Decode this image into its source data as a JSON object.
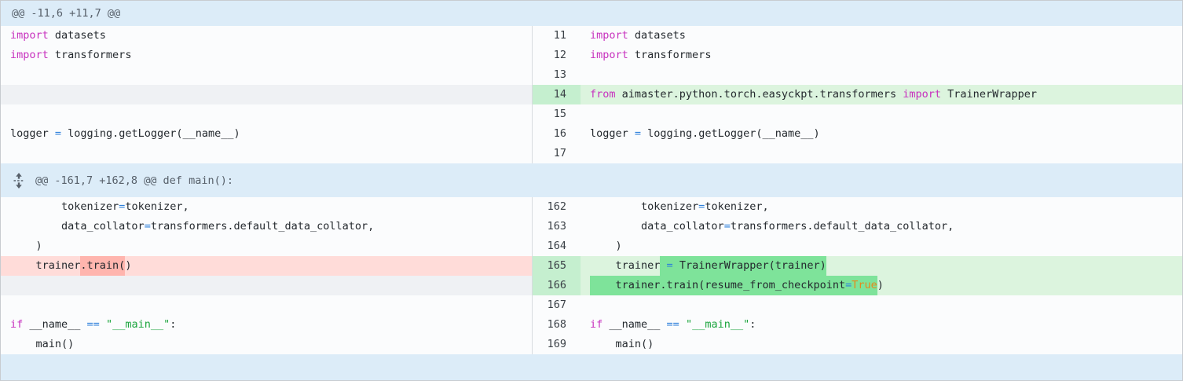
{
  "colors": {
    "border": "#c8ccd0",
    "divider": "#d8dce0",
    "header_bg": "#dcecf8",
    "header_text": "#57606a",
    "code_bg": "#fbfcfd",
    "placeholder_bg": "#eff1f4",
    "added_row": "#dcf4de",
    "added_gutter": "#c5efcf",
    "added_word": "#7ee39a",
    "removed_row": "#ffdcd9",
    "removed_word": "#ffb5ae",
    "text": "#24292e",
    "linenum": "#3a4046",
    "kw": "#c731be",
    "op": "#2d7fdb",
    "str": "#1ca53e",
    "bool": "#e58a1d"
  },
  "icons": {
    "expand_hunk": "unfold-vertical-icon"
  },
  "diff": {
    "hunks": [
      {
        "header": "@@ -11,6 +11,7 @@",
        "expandable": false,
        "rows": [
          {
            "left": {
              "kind": "context",
              "segments": [
                [
                  "k",
                  "import"
                ],
                [
                  "p",
                  " datasets"
                ]
              ]
            },
            "right": {
              "num": "11",
              "kind": "context",
              "segments": [
                [
                  "k",
                  "import"
                ],
                [
                  "p",
                  " datasets"
                ]
              ]
            }
          },
          {
            "left": {
              "kind": "context",
              "segments": [
                [
                  "k",
                  "import"
                ],
                [
                  "p",
                  " transformers"
                ]
              ]
            },
            "right": {
              "num": "12",
              "kind": "context",
              "segments": [
                [
                  "k",
                  "import"
                ],
                [
                  "p",
                  " transformers"
                ]
              ]
            }
          },
          {
            "left": {
              "kind": "context",
              "segments": []
            },
            "right": {
              "num": "13",
              "kind": "context",
              "segments": []
            }
          },
          {
            "left": {
              "kind": "placeholder",
              "segments": []
            },
            "right": {
              "num": "14",
              "kind": "added",
              "segments": [
                [
                  "k",
                  "from"
                ],
                [
                  "p",
                  " aimaster.python.torch.easyckpt.transformers "
                ],
                [
                  "k",
                  "import"
                ],
                [
                  "p",
                  " TrainerWrapper"
                ]
              ]
            }
          },
          {
            "left": {
              "kind": "context",
              "segments": []
            },
            "right": {
              "num": "15",
              "kind": "context",
              "segments": []
            }
          },
          {
            "left": {
              "kind": "context",
              "segments": [
                [
                  "p",
                  "logger "
                ],
                [
                  "o",
                  "="
                ],
                [
                  "p",
                  " logging.getLogger(__name__)"
                ]
              ]
            },
            "right": {
              "num": "16",
              "kind": "context",
              "segments": [
                [
                  "p",
                  "logger "
                ],
                [
                  "o",
                  "="
                ],
                [
                  "p",
                  " logging.getLogger(__name__)"
                ]
              ]
            }
          },
          {
            "left": {
              "kind": "context",
              "segments": []
            },
            "right": {
              "num": "17",
              "kind": "context",
              "segments": []
            }
          }
        ]
      },
      {
        "header": "@@ -161,7 +162,8 @@ def main():",
        "expandable": true,
        "rows": [
          {
            "left": {
              "kind": "context",
              "segments": [
                [
                  "p",
                  "        tokenizer"
                ],
                [
                  "o",
                  "="
                ],
                [
                  "p",
                  "tokenizer,"
                ]
              ]
            },
            "right": {
              "num": "162",
              "kind": "context",
              "segments": [
                [
                  "p",
                  "        tokenizer"
                ],
                [
                  "o",
                  "="
                ],
                [
                  "p",
                  "tokenizer,"
                ]
              ]
            }
          },
          {
            "left": {
              "kind": "context",
              "segments": [
                [
                  "p",
                  "        data_collator"
                ],
                [
                  "o",
                  "="
                ],
                [
                  "p",
                  "transformers.default_data_collator,"
                ]
              ]
            },
            "right": {
              "num": "163",
              "kind": "context",
              "segments": [
                [
                  "p",
                  "        data_collator"
                ],
                [
                  "o",
                  "="
                ],
                [
                  "p",
                  "transformers.default_data_collator,"
                ]
              ]
            }
          },
          {
            "left": {
              "kind": "context",
              "segments": [
                [
                  "p",
                  "    )"
                ]
              ]
            },
            "right": {
              "num": "164",
              "kind": "context",
              "segments": [
                [
                  "p",
                  "    )"
                ]
              ]
            }
          },
          {
            "left": {
              "kind": "removed",
              "segments": [
                [
                  "p",
                  "    trainer"
                ],
                [
                  "p",
                  ".train(",
                  1
                ],
                [
                  "p",
                  ")"
                ]
              ]
            },
            "right": {
              "num": "165",
              "kind": "added",
              "segments": [
                [
                  "p",
                  "    trainer"
                ],
                [
                  "p",
                  " ",
                  1
                ],
                [
                  "o",
                  "=",
                  1
                ],
                [
                  "p",
                  " TrainerWrapper(trainer)",
                  1
                ]
              ]
            }
          },
          {
            "left": {
              "kind": "placeholder",
              "segments": []
            },
            "right": {
              "num": "166",
              "kind": "added",
              "segments": [
                [
                  "p",
                  "    trainer.train(resume_from_checkpoint",
                  1
                ],
                [
                  "o",
                  "=",
                  1
                ],
                [
                  "b",
                  "True",
                  1
                ],
                [
                  "p",
                  ")"
                ]
              ]
            }
          },
          {
            "left": {
              "kind": "context",
              "segments": []
            },
            "right": {
              "num": "167",
              "kind": "context",
              "segments": []
            }
          },
          {
            "left": {
              "kind": "context",
              "segments": [
                [
                  "k",
                  "if"
                ],
                [
                  "p",
                  " __name__ "
                ],
                [
                  "o",
                  "=="
                ],
                [
                  "p",
                  " "
                ],
                [
                  "s",
                  "\"__main__\""
                ],
                [
                  "p",
                  ":"
                ]
              ]
            },
            "right": {
              "num": "168",
              "kind": "context",
              "segments": [
                [
                  "k",
                  "if"
                ],
                [
                  "p",
                  " __name__ "
                ],
                [
                  "o",
                  "=="
                ],
                [
                  "p",
                  " "
                ],
                [
                  "s",
                  "\"__main__\""
                ],
                [
                  "p",
                  ":"
                ]
              ]
            }
          },
          {
            "left": {
              "kind": "context",
              "segments": [
                [
                  "p",
                  "    main()"
                ]
              ]
            },
            "right": {
              "num": "169",
              "kind": "context",
              "segments": [
                [
                  "p",
                  "    main()"
                ]
              ]
            }
          }
        ]
      }
    ]
  }
}
